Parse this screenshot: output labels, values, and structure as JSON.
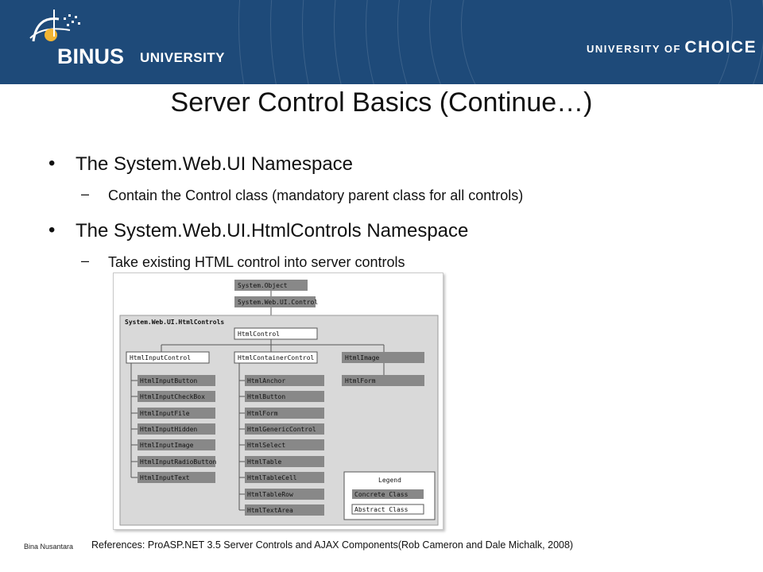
{
  "header": {
    "logo_word": "BINUS",
    "logo_suffix": "UNIVERSITY",
    "tagline_prefix": "UNIVERSITY OF",
    "tagline_emphasis": "CHOICE",
    "bg_color": "#1e4a79"
  },
  "slide": {
    "title": "Server Control Basics (Continue…)",
    "bullets": [
      {
        "text": "The System.Web.UI Namespace",
        "sub": "Contain the Control class (mandatory parent class for all controls)"
      },
      {
        "text": "The System.Web.UI.HtmlControls Namespace",
        "sub": "Take existing HTML control into server controls"
      }
    ]
  },
  "diagram": {
    "root": "System.Object",
    "control": "System.Web.UI.Control",
    "namespace_label": "System.Web.UI.HtmlControls",
    "html_control": "HtmlControl",
    "groups": [
      {
        "name": "HtmlInputControl",
        "children": [
          "HtmlInputButton",
          "HtmlInputCheckBox",
          "HtmlInputFile",
          "HtmlInputHidden",
          "HtmlInputImage",
          "HtmlInputRadioButton",
          "HtmlInputText"
        ]
      },
      {
        "name": "HtmlContainerControl",
        "children": [
          "HtmlAnchor",
          "HtmlButton",
          "HtmlForm",
          "HtmlGenericControl",
          "HtmlSelect",
          "HtmlTable",
          "HtmlTableCell",
          "HtmlTableRow",
          "HtmlTextArea"
        ]
      },
      {
        "name": "HtmlImage",
        "children": [
          "HtmlForm"
        ]
      }
    ],
    "legend": {
      "title": "Legend",
      "concrete": "Concrete Class",
      "abstract": "Abstract Class"
    }
  },
  "footer": {
    "author": "Bina Nusantara",
    "references": "References: ProASP.NET 3.5 Server Controls and AJAX Components(Rob Cameron and Dale Michalk, 2008)"
  }
}
